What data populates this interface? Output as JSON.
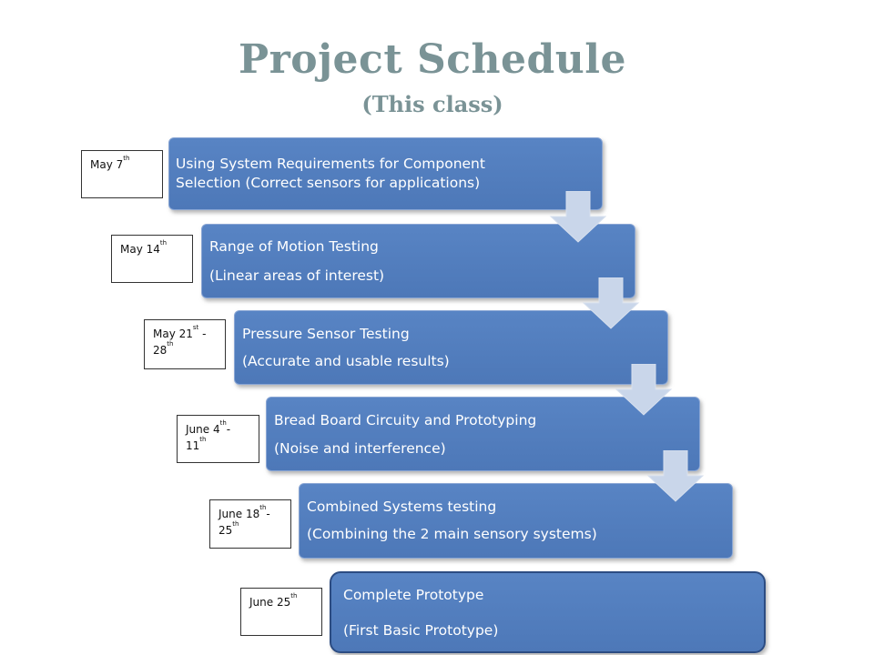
{
  "title": "Project Schedule",
  "subtitle": "(This class)",
  "steps": [
    {
      "date": "May 7",
      "date_sup": "th",
      "date2": "",
      "date2_sup": "",
      "line1": "Using System Requirements for Component",
      "line2": "Selection  (Correct sensors for applications)"
    },
    {
      "date": "May 14",
      "date_sup": "th",
      "date2": "",
      "date2_sup": "",
      "line1": "Range of Motion Testing",
      "line2": "(Linear areas of interest)"
    },
    {
      "date": "May 21",
      "date_sup": "st",
      "date_suffix": " -",
      "date2": "28",
      "date2_sup": "th",
      "line1": "Pressure Sensor Testing",
      "line2": "(Accurate and usable results)"
    },
    {
      "date": "June 4",
      "date_sup": "th",
      "date_suffix": "-",
      "date2": "11",
      "date2_sup": "th",
      "line1": "Bread Board Circuity and Prototyping",
      "line2": " (Noise and interference)"
    },
    {
      "date": "June 18",
      "date_sup": "th",
      "date_suffix": "-",
      "date2": "25",
      "date2_sup": "th",
      "line1": "Combined Systems testing",
      "line2": "(Combining the 2 main sensory systems)"
    },
    {
      "date": "June 25",
      "date_sup": "th",
      "date2": "",
      "date2_sup": "",
      "line1": "Complete Prototype",
      "line2": "(First Basic Prototype)"
    }
  ],
  "colors": {
    "title": "#7a9396",
    "box": "#4f7bbb",
    "arrow": "#c9d6ea"
  }
}
